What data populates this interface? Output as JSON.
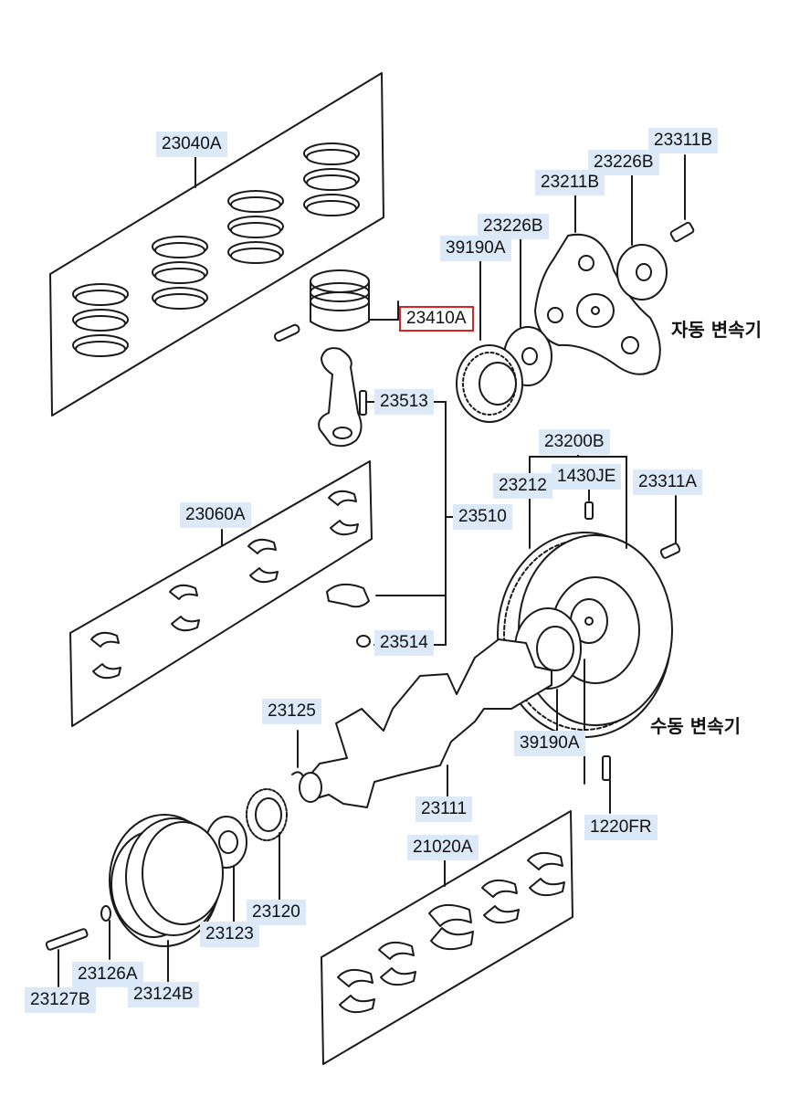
{
  "parts": [
    {
      "id": "p23040A",
      "text": "23040A"
    },
    {
      "id": "p23311B",
      "text": "23311B"
    },
    {
      "id": "p23226B_top",
      "text": "23226B"
    },
    {
      "id": "p23211B",
      "text": "23211B"
    },
    {
      "id": "p23226B",
      "text": "23226B"
    },
    {
      "id": "p39190A_top",
      "text": "39190A"
    },
    {
      "id": "p23410A",
      "text": "23410A",
      "selected": true
    },
    {
      "id": "p23513",
      "text": "23513"
    },
    {
      "id": "p23200B",
      "text": "23200B"
    },
    {
      "id": "p1430JE",
      "text": "1430JE"
    },
    {
      "id": "p23212",
      "text": "23212"
    },
    {
      "id": "p23311A",
      "text": "23311A"
    },
    {
      "id": "p23060A",
      "text": "23060A"
    },
    {
      "id": "p23510",
      "text": "23510"
    },
    {
      "id": "p23514",
      "text": "23514"
    },
    {
      "id": "p23125",
      "text": "23125"
    },
    {
      "id": "p39190A_bot",
      "text": "39190A"
    },
    {
      "id": "p23111",
      "text": "23111"
    },
    {
      "id": "p1220FR",
      "text": "1220FR"
    },
    {
      "id": "p21020A",
      "text": "21020A"
    },
    {
      "id": "p23120",
      "text": "23120"
    },
    {
      "id": "p23123",
      "text": "23123"
    },
    {
      "id": "p23126A",
      "text": "23126A"
    },
    {
      "id": "p23127B",
      "text": "23127B"
    },
    {
      "id": "p23124B",
      "text": "23124B"
    }
  ],
  "captions": {
    "automatic": "자동 변속기",
    "manual": "수동 변속기"
  }
}
